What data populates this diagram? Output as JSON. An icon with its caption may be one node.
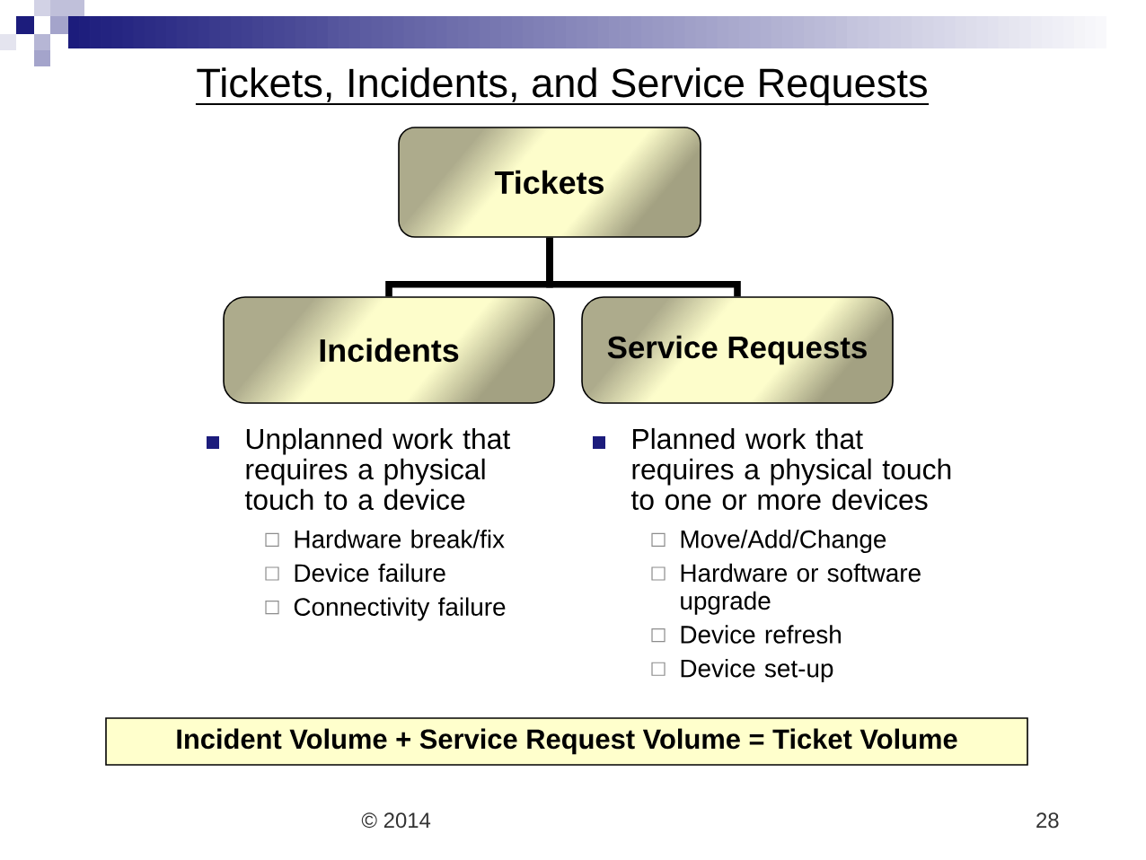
{
  "diagram": {
    "title": "Tickets, Incidents, and Service Requests",
    "nodes": [
      {
        "text": [
          "Tickets"
        ]
      },
      {
        "text": [
          "Incidents"
        ],
        "beside": [
          "Unplanned work that requires a physical touch to a device",
          "Hardware break/fix",
          "Device failure",
          "Connectivity failure"
        ]
      },
      {
        "text": [
          "Service Requests"
        ],
        "beside": [
          "Planned work that requires a physical touch to one or more devices",
          "Move/Add/Change",
          "Hardware or software upgrade",
          "Device refresh",
          "Device set-up"
        ]
      },
      {
        "text": [
          "Incident Volume + Service Request Volume = Ticket Volume"
        ]
      }
    ],
    "edges": [
      {
        "from": 0,
        "to": 1,
        "arrow": "none"
      },
      {
        "from": 0,
        "to": 2,
        "arrow": "none"
      }
    ],
    "labels": [
      "© 2014",
      "28"
    ]
  }
}
